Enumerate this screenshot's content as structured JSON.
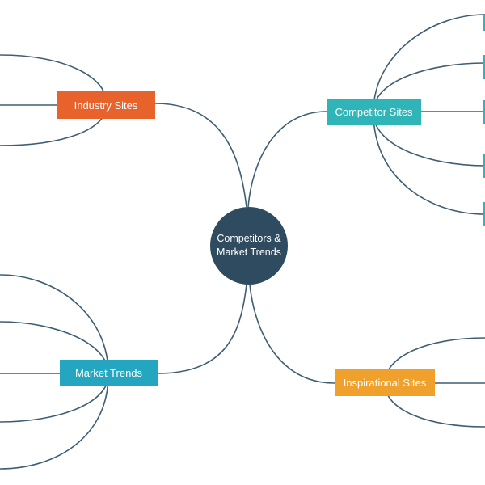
{
  "diagram": {
    "center": {
      "label": "Competitors & Market Trends",
      "color": "#2e4b5f"
    },
    "branches": [
      {
        "id": "industry",
        "label": "Industry Sites",
        "color": "#e8622c"
      },
      {
        "id": "competitor",
        "label": "Competitor Sites",
        "color": "#2fb5b8"
      },
      {
        "id": "market",
        "label": "Market Trends",
        "color": "#25a6c0"
      },
      {
        "id": "inspirational",
        "label": "Inspirational Sites",
        "color": "#f0a12c"
      }
    ],
    "connector_color": "#3f5e73"
  }
}
